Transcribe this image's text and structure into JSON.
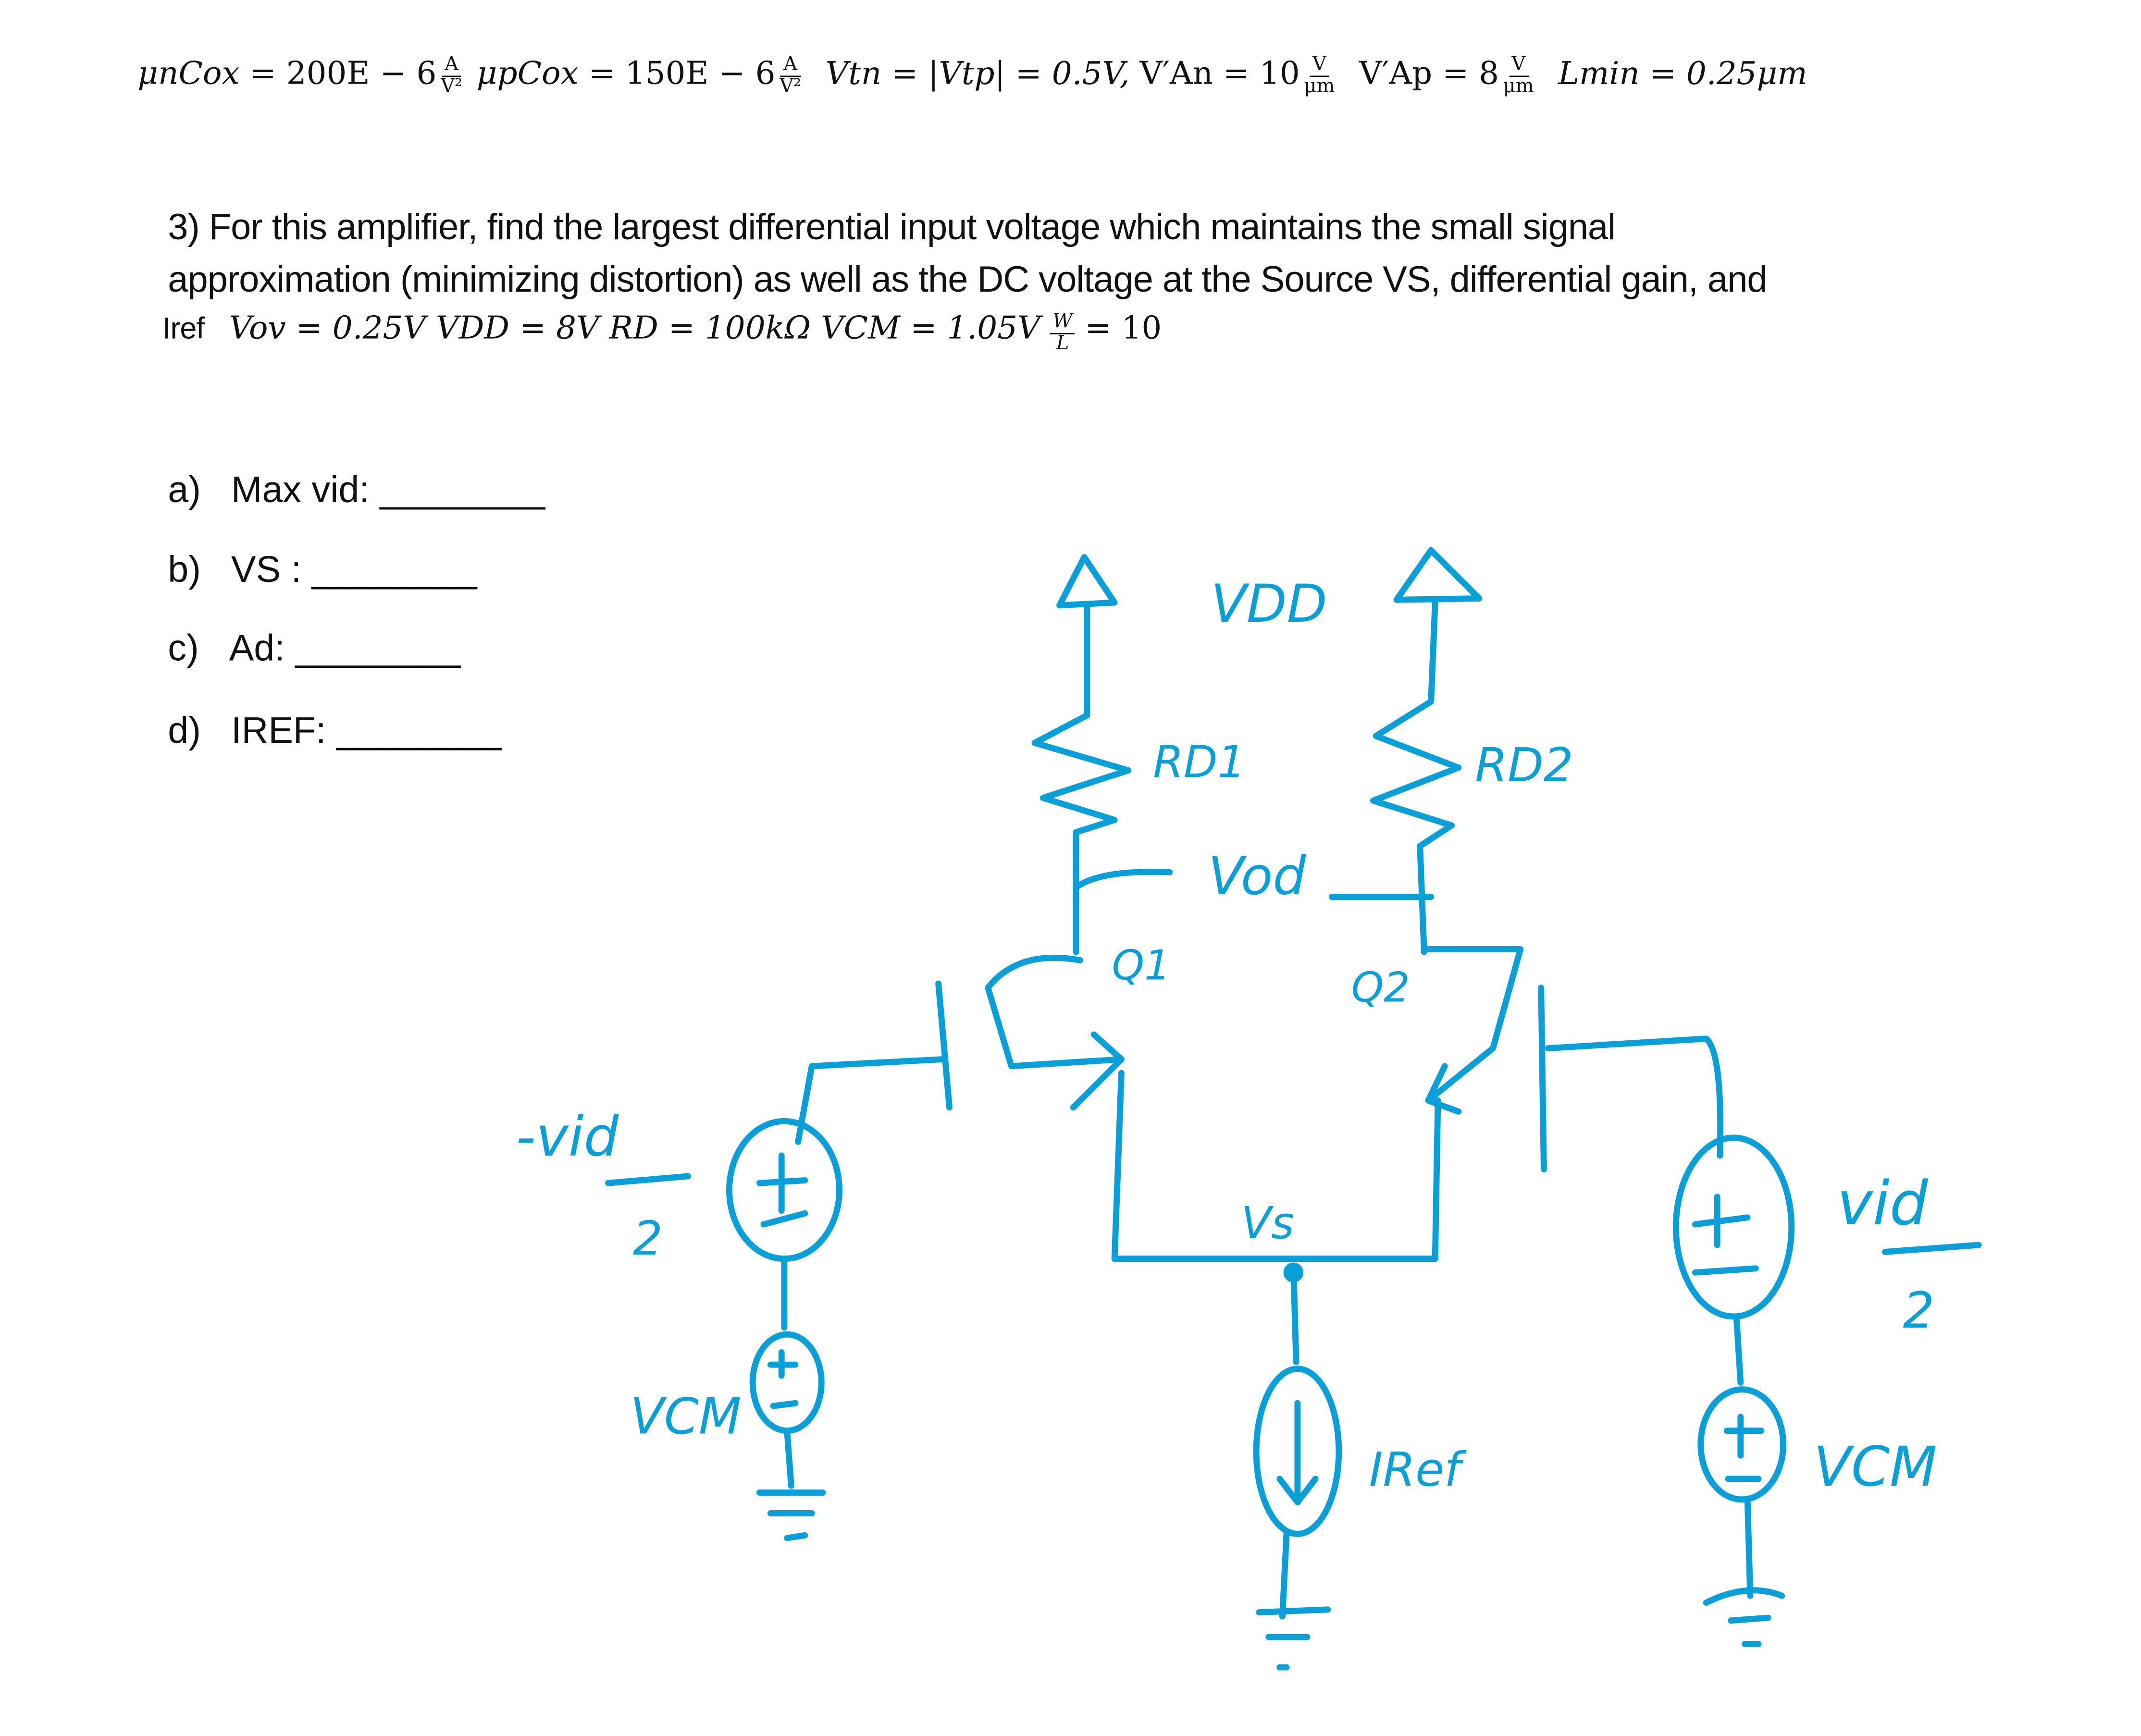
{
  "given": {
    "mun_cox": {
      "lhs": "μnCox",
      "rhs": "= 200E − 6",
      "num": "A",
      "den": "V²"
    },
    "mup_cox": {
      "lhs": "μpCox",
      "rhs": "= 150E − 6",
      "num": "A",
      "den": "V²"
    },
    "vt": {
      "text": "Vtn = |Vtp| = 0.5V,"
    },
    "van": {
      "lhs": "V′An",
      "rhs": "= 10",
      "num": "V",
      "den": "μm"
    },
    "vap": {
      "lhs": "V′Ap",
      "rhs": "= 8",
      "num": "V",
      "den": "μm"
    },
    "lmin": {
      "text": "Lmin = 0.25μm"
    }
  },
  "problem": {
    "line1": "3) For this amplifier, find the largest differential input voltage which maintains the small signal",
    "line2": "approximation (minimizing distortion) as well as the DC voltage at the Source VS, differential gain, and",
    "line3_iref": "Iref",
    "params": "Vov = 0.25V   VDD = 8V   RD = 100kΩ  VCM = 1.05V",
    "wl_num": "W",
    "wl_den": "L",
    "wl_value": "= 10"
  },
  "answers": [
    {
      "letter": "a)",
      "label": "Max vid:",
      "blank": "________"
    },
    {
      "letter": "b)",
      "label": "VS :",
      "blank": "________"
    },
    {
      "letter": "c)",
      "label": "Ad:",
      "blank": "________"
    },
    {
      "letter": "d)",
      "label": "IREF:",
      "blank": "________"
    }
  ],
  "circuit": {
    "color": "#0a9fd8",
    "labels": {
      "vdd": "VDD",
      "rd1": "RD1",
      "rd2": "RD2",
      "vod": "Vod",
      "q1": "Q1",
      "q2": "Q2",
      "vs": "Vs",
      "iref": "IRef",
      "left_vid": "-vid",
      "left_two": "2",
      "left_vcm": "VCM",
      "right_vid": "vid",
      "right_two": "2",
      "right_vcm": "VCM",
      "plus": "+",
      "minus": "−"
    }
  }
}
